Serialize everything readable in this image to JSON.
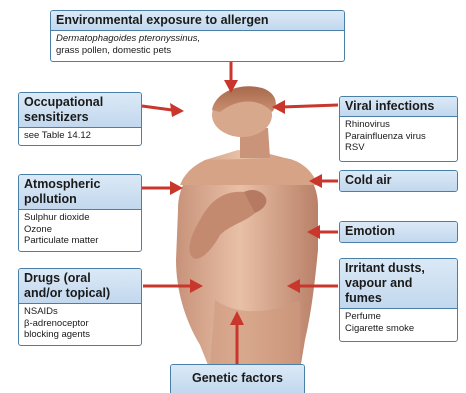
{
  "boxes": {
    "environmental": {
      "title": "Environmental exposure to allergen",
      "lines": [
        "Dermatophagoides pteronyssinus,",
        "grass pollen, domestic pets"
      ]
    },
    "occupational": {
      "title_lines": [
        "Occupational",
        "sensitizers"
      ],
      "lines": [
        "see Table 14.12"
      ]
    },
    "atmospheric": {
      "title_lines": [
        "Atmospheric",
        "pollution"
      ],
      "lines": [
        "Sulphur dioxide",
        "Ozone",
        "Particulate matter"
      ]
    },
    "drugs": {
      "title_lines": [
        "Drugs (oral",
        "and/or topical)"
      ],
      "lines": [
        "NSAIDs",
        "β-adrenoceptor",
        "blocking agents"
      ]
    },
    "viral": {
      "title": "Viral infections",
      "lines": [
        "Rhinovirus",
        "Parainfluenza virus",
        "RSV"
      ]
    },
    "cold": {
      "title": "Cold air"
    },
    "emotion": {
      "title": "Emotion"
    },
    "irritant": {
      "title_lines": [
        "Irritant dusts,",
        "vapour and",
        "fumes"
      ],
      "lines": [
        "Perfume",
        "Cigarette smoke"
      ]
    },
    "genetic": {
      "title": "Genetic factors"
    }
  },
  "colors": {
    "box_border": "#4a7fa8",
    "box_header": "#c9ddf0",
    "arrow": "#c8362c",
    "skin": "#d9a98a"
  }
}
